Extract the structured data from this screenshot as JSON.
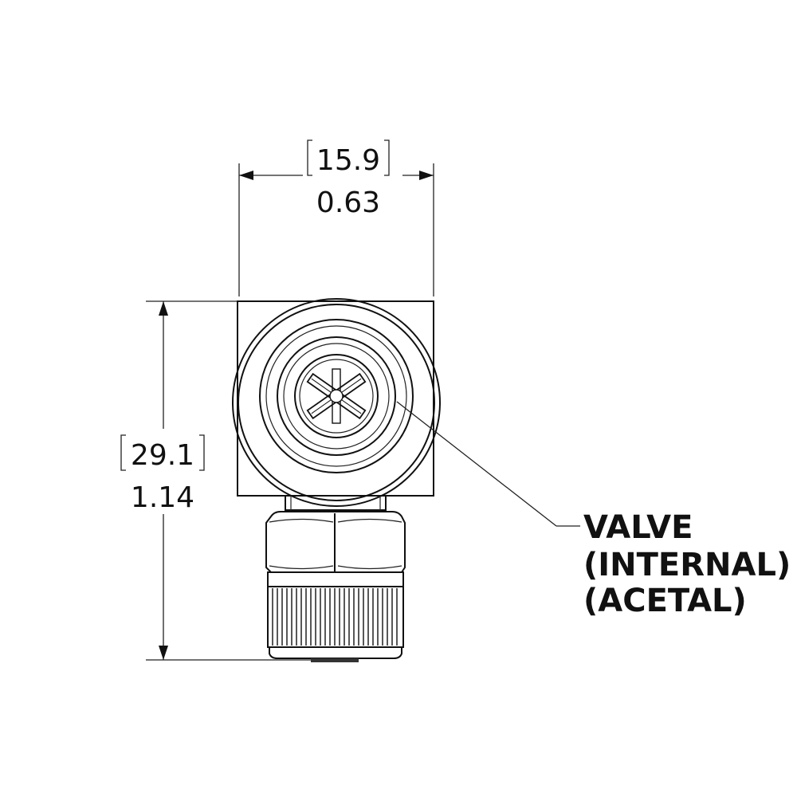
{
  "dimensions": {
    "width": {
      "mm": "15.9",
      "inch": "0.63"
    },
    "height": {
      "mm": "29.1",
      "inch": "1.14"
    }
  },
  "callout": {
    "line1": "VALVE",
    "line2": "(INTERNAL)",
    "line3": "(ACETAL)"
  },
  "colors": {
    "line": "#111111",
    "background": "#ffffff"
  }
}
